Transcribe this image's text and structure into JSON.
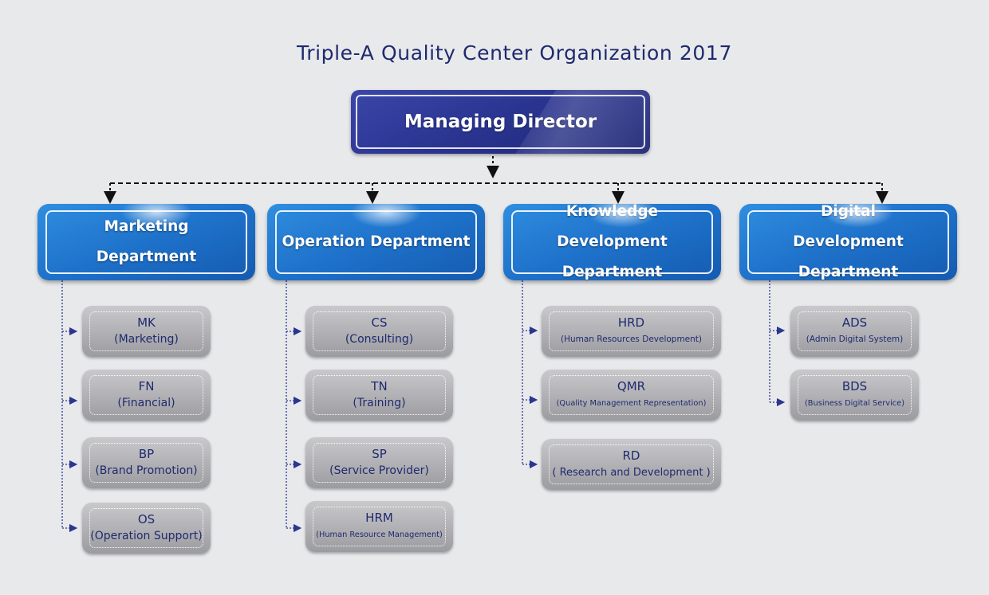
{
  "title": "Triple-A Quality Center Organization 2017",
  "top": {
    "label": "Managing Director"
  },
  "departments": [
    {
      "label": "Marketing Department",
      "units": [
        {
          "abbr": "MK",
          "full": "(Marketing)"
        },
        {
          "abbr": "FN",
          "full": "(Financial)"
        },
        {
          "abbr": "BP",
          "full": "(Brand Promotion)"
        },
        {
          "abbr": "OS",
          "full": "(Operation Support)"
        }
      ]
    },
    {
      "label": "Operation Department",
      "units": [
        {
          "abbr": "CS",
          "full": "(Consulting)"
        },
        {
          "abbr": "TN",
          "full": "(Training)"
        },
        {
          "abbr": "SP",
          "full": "(Service Provider)"
        },
        {
          "abbr": "HRM",
          "full": "(Human Resource Management)"
        }
      ]
    },
    {
      "label": "Knowledge Development Department",
      "units": [
        {
          "abbr": "HRD",
          "full": "(Human Resources Development)"
        },
        {
          "abbr": "QMR",
          "full": "(Quality Management Representation)"
        },
        {
          "abbr": "RD",
          "full": "( Research and Development )"
        }
      ]
    },
    {
      "label": "Digital Development Department",
      "units": [
        {
          "abbr": "ADS",
          "full": "(Admin Digital System)"
        },
        {
          "abbr": "BDS",
          "full": "(Business Digital Service)"
        }
      ]
    }
  ],
  "colors": {
    "background": "#e8e9eb",
    "director": "#2b3592",
    "department": "#1d6fc8",
    "unit": "#b2b2b6",
    "text_dark": "#1f2a6e",
    "connector": "#2b3592"
  }
}
